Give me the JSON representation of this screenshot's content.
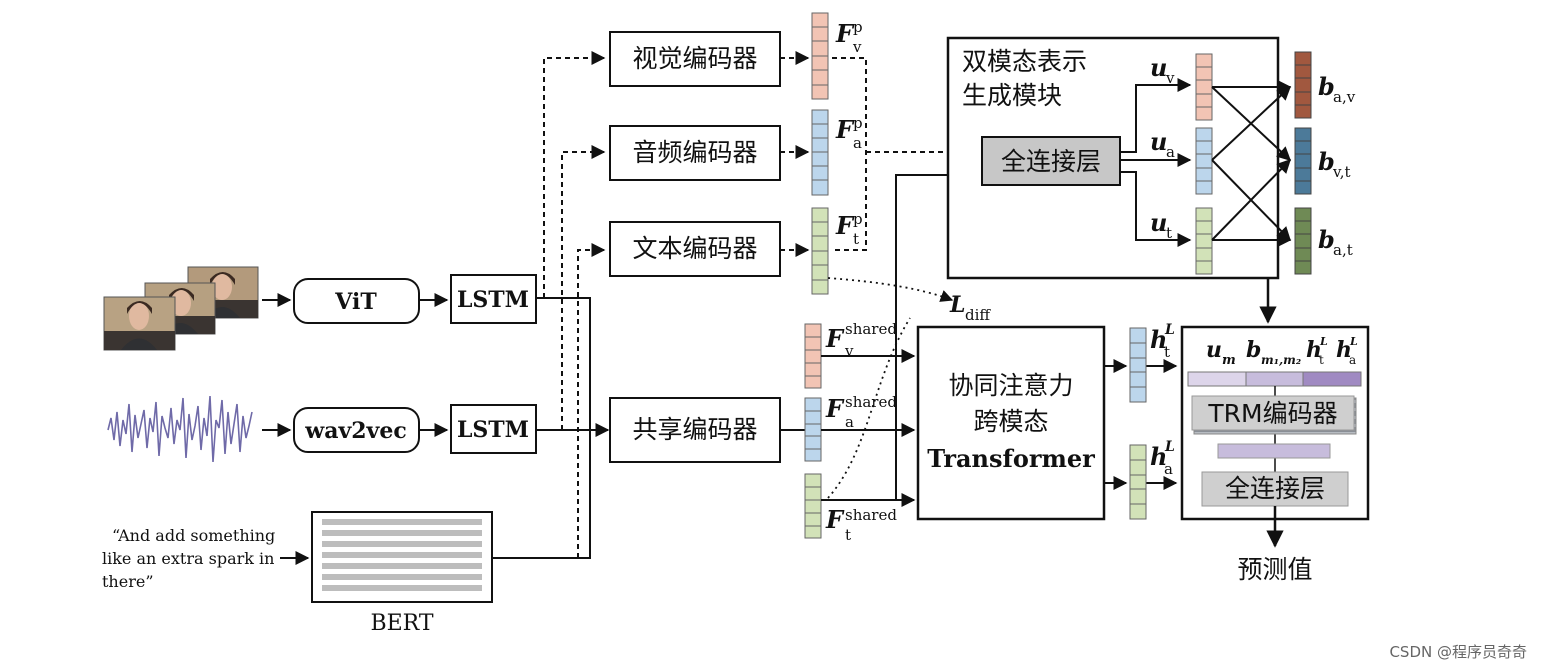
{
  "inputs": {
    "vit": "ViT",
    "lstm_video": "LSTM",
    "wav2vec": "wav2vec",
    "lstm_audio": "LSTM",
    "bert": "BERT",
    "quote_line1": "“And add something",
    "quote_line2": "like an extra spark in",
    "quote_line3": "there”"
  },
  "encoders": {
    "visual": "视觉编码器",
    "audio": "音频编码器",
    "text": "文本编码器",
    "shared": "共享编码器"
  },
  "features": {
    "F": "F",
    "p": "p",
    "v": "v",
    "a": "a",
    "t": "t",
    "shared": "shared",
    "L": "L",
    "diff": "diff",
    "h": "h",
    "Lsup": "L"
  },
  "bimodal": {
    "title_line1": "双模态表示",
    "title_line2": "生成模块",
    "fc": "全连接层",
    "u": "u",
    "uv_sub": "v",
    "ua_sub": "a",
    "ut_sub": "t",
    "b": "b",
    "bav_sub": "a,v",
    "bvt_sub": "v,t",
    "bat_sub": "a,t"
  },
  "transformer": {
    "line1": "协同注意力",
    "line2": "跨模态",
    "line3": "Transformer"
  },
  "output_module": {
    "um": "u",
    "um_sub": "m",
    "bm": "b",
    "bm_sub": "m₁,m₂",
    "ht": "h",
    "ht_sub": "t",
    "ha": "h",
    "ha_sub": "a",
    "Lsup": "L",
    "trm": "TRM编码器",
    "fc": "全连接层",
    "prediction": "预测值"
  },
  "watermark": "CSDN @程序员奇奇",
  "colors": {
    "video_feature": "#f2c4b4",
    "audio_feature": "#bcd6ec",
    "text_feature": "#d2e2b8",
    "bav": "#a1583f",
    "bvt": "#4c7a99",
    "bat": "#6f8a55",
    "fc_box": "#c7c7c7",
    "lilac": "#c7bcdc",
    "purple": "#a08ac2",
    "waveform": "#6f6aa8"
  }
}
